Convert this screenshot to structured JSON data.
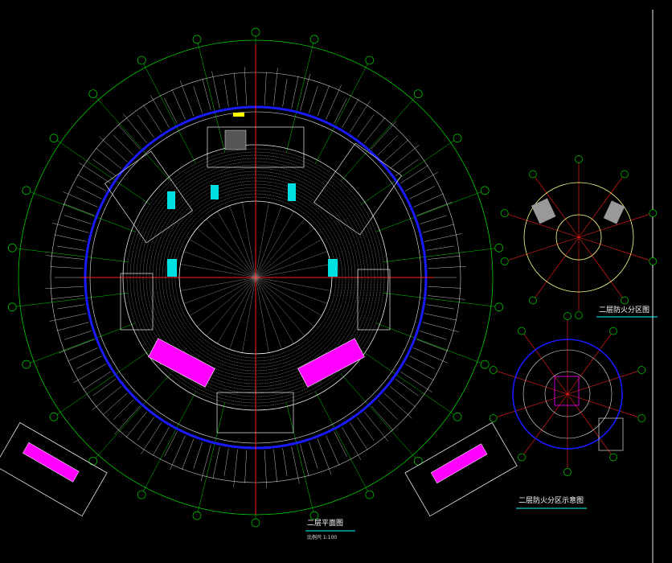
{
  "drawing": {
    "background": "#000000",
    "colors": {
      "grid": "#00d000",
      "axis": "#ff2020",
      "outline": "#e8e8e8",
      "wall_blue": "#1a1aff",
      "zone_magenta": "#ff00ff",
      "room_cyan": "#00e0e0",
      "room_yellow": "#ffff00",
      "text_white": "#ffffff",
      "underline_cyan": "#00ffff"
    },
    "main_plan": {
      "title": "二层平面图",
      "scale_note": "比例尺 1:100"
    },
    "top_right_detail": {
      "title": "二层防火分区图"
    },
    "bottom_right_detail": {
      "title": "二层防火分区示意图"
    },
    "axis_tag_count_main": 26,
    "axis_tag_count_small": 10
  }
}
